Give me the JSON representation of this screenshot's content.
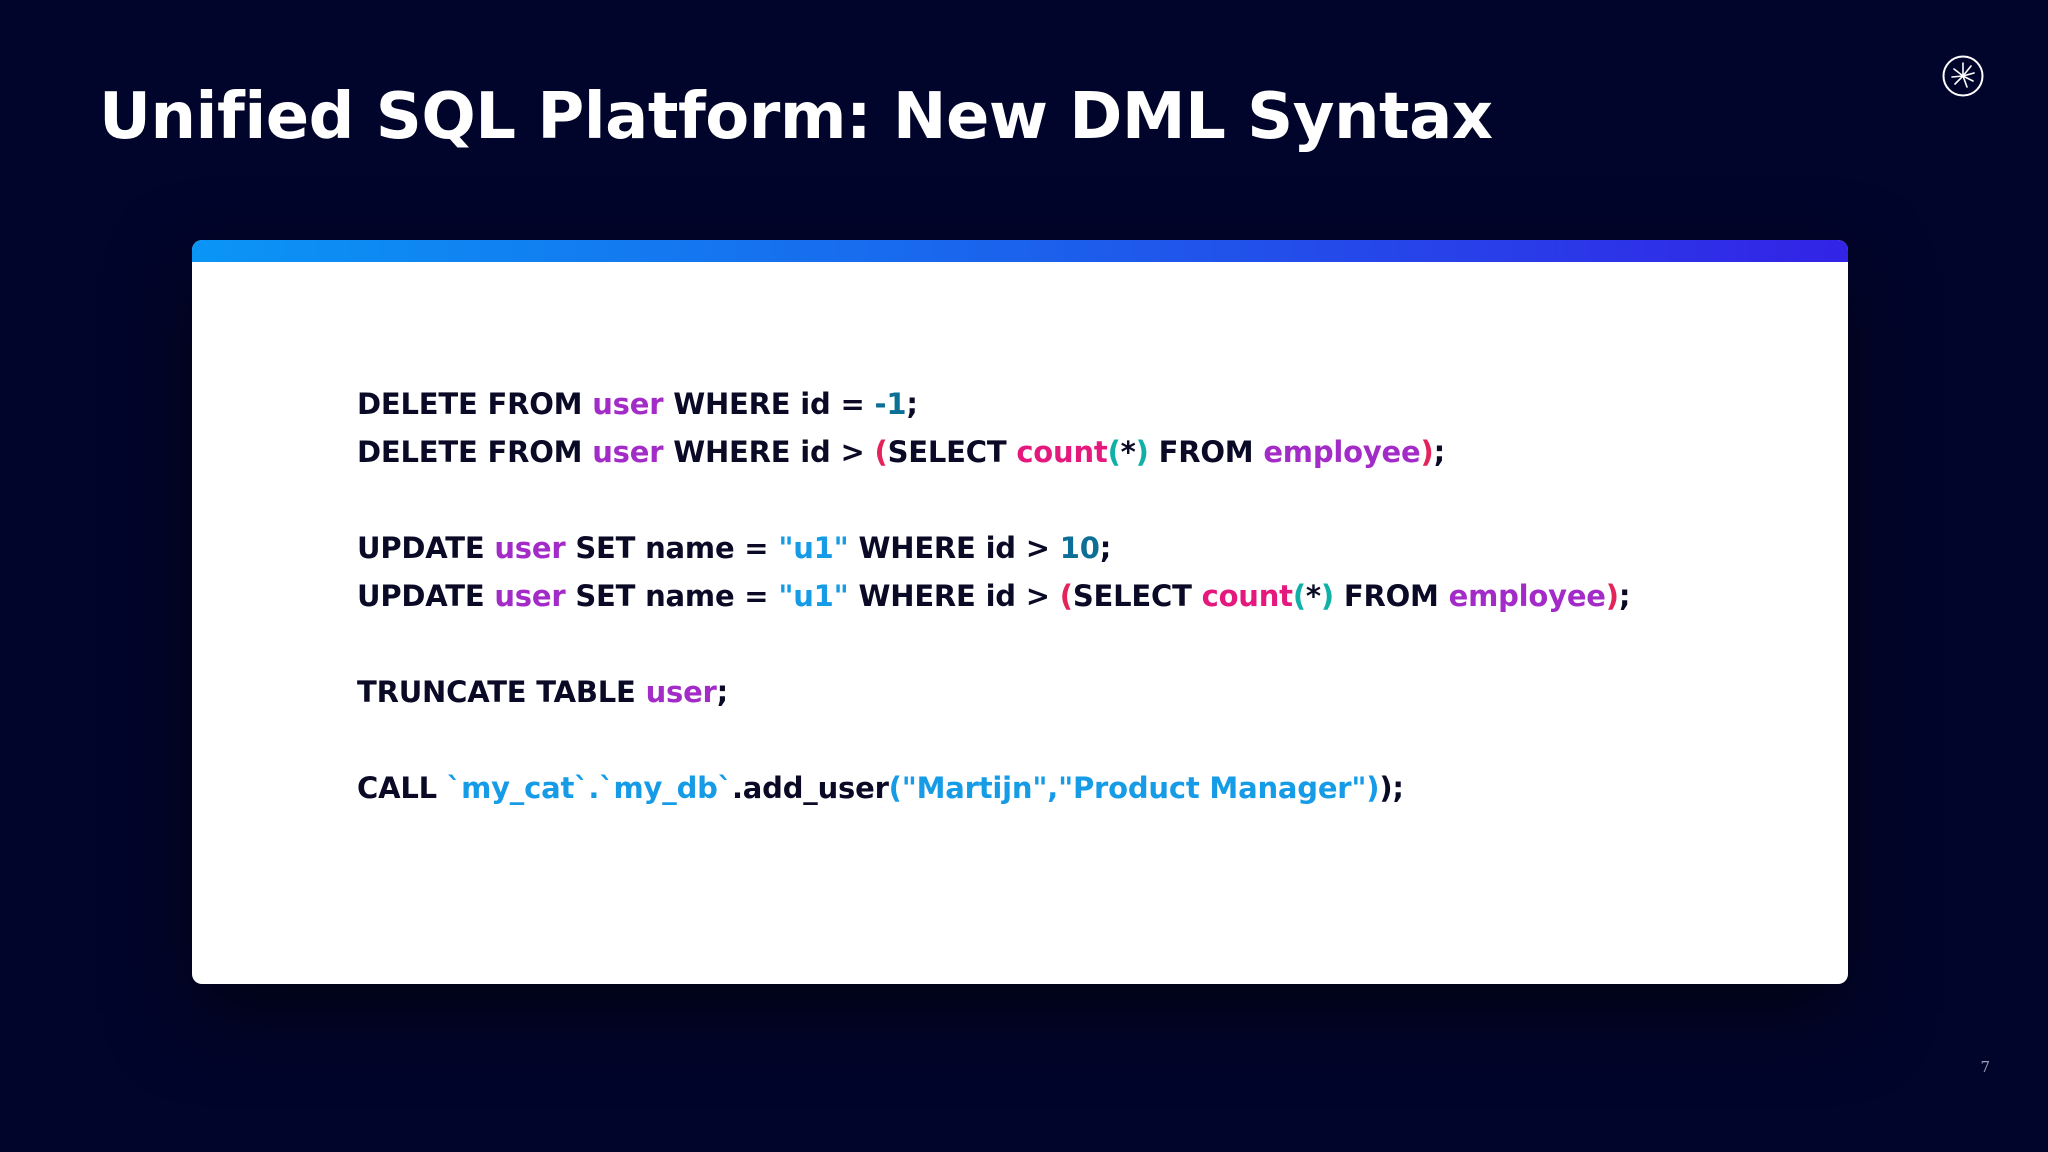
{
  "slide": {
    "title": "Unified SQL Platform: New DML Syntax",
    "page_number": "7",
    "logo_icon": "starburst-logo-icon"
  },
  "colors": {
    "background": "#02052b",
    "card": "#ffffff",
    "gradient_start": "#0a95f5",
    "gradient_end": "#3323e6",
    "keyword": "#0a0a26",
    "identifier": "#a32bc7",
    "number": "#0d6f95",
    "string": "#169be6",
    "function": "#e5197d",
    "paren_outer": "#e2245b",
    "paren_inner": "#10b0a8"
  },
  "code": {
    "line1": {
      "t1": "DELETE FROM ",
      "t2": "user",
      "t3": " WHERE id = ",
      "t4": "-1",
      "t5": ";"
    },
    "line2": {
      "t1": "DELETE FROM ",
      "t2": "user",
      "t3": " WHERE id > ",
      "t4": "(",
      "t5": "SELECT ",
      "t6": "count",
      "t7": "(",
      "t8": "*",
      "t9": ")",
      "t10": " FROM ",
      "t11": "employee",
      "t12": ")",
      "t13": ";"
    },
    "line3": {
      "t1": "UPDATE ",
      "t2": "user",
      "t3": " SET name = ",
      "t4": "\"u1\"",
      "t5": " WHERE id > ",
      "t6": "10",
      "t7": ";"
    },
    "line4": {
      "t1": "UPDATE ",
      "t2": "user",
      "t3": " SET name = ",
      "t4": "\"u1\"",
      "t5": " WHERE id > ",
      "t6": "(",
      "t7": "SELECT ",
      "t8": "count",
      "t9": "(",
      "t10": "*",
      "t11": ")",
      "t12": " FROM ",
      "t13": "employee",
      "t14": ")",
      "t15": ";"
    },
    "line5": {
      "t1": "TRUNCATE TABLE ",
      "t2": "user",
      "t3": ";"
    },
    "line6": {
      "t1": "CALL ",
      "t2": "`my_cat`.`my_db`",
      "t3": ".add_user",
      "t4": "(\"Martijn\",\"Product Manager\")",
      "t5": ");"
    }
  }
}
